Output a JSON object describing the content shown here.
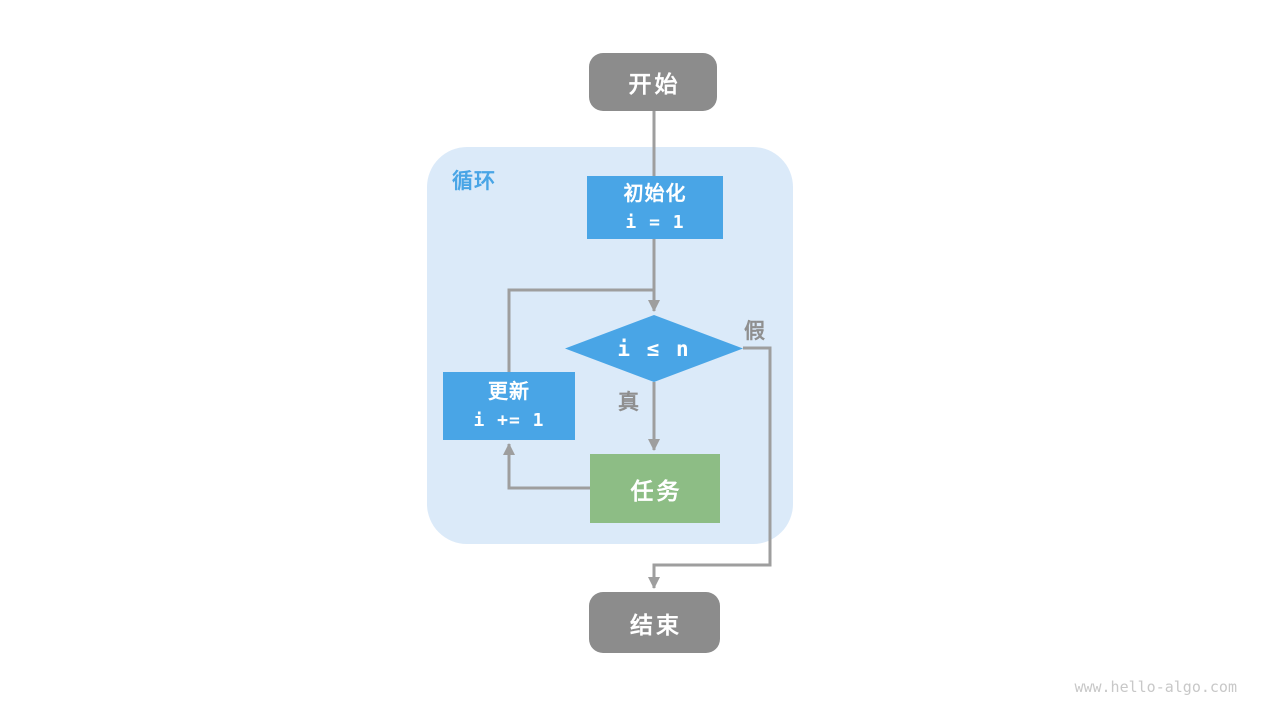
{
  "diagram": {
    "loop_label": "循环",
    "nodes": {
      "start": {
        "label": "开始"
      },
      "init": {
        "title": "初始化",
        "code": "i = 1"
      },
      "condition": {
        "label": "i ≤ n"
      },
      "update": {
        "title": "更新",
        "code": "i += 1"
      },
      "task": {
        "label": "任务"
      },
      "end": {
        "label": "结束"
      }
    },
    "branch_labels": {
      "true": "真",
      "false": "假"
    },
    "colors": {
      "terminal_gray": "#8c8c8c",
      "process_blue": "#49a5e6",
      "task_green": "#8dbd85",
      "loop_background": "#dbeaf9",
      "arrow_gray": "#9e9e9e",
      "branch_label_gray": "#8f8f8f",
      "node_text": "#ffffff"
    }
  },
  "watermark": "www.hello-algo.com"
}
